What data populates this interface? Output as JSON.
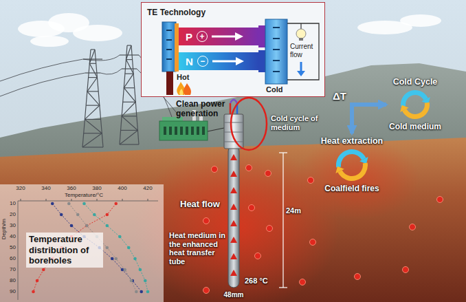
{
  "diagram": {
    "nodes": [
      {
        "text": [
          "TE Technology"
        ]
      },
      {
        "text": [
          "P",
          "+"
        ],
        "in": 0
      },
      {
        "text": [
          "N",
          "−"
        ],
        "in": 0
      },
      {
        "text": [
          "Cold Cycle",
          "Cold medium"
        ]
      },
      {
        "text": [
          "Heat extraction",
          "Coalfield fires"
        ]
      },
      {
        "text": [
          "Temperature distribution of boreholes"
        ]
      }
    ],
    "edges": [
      {
        "from": 4,
        "to": 3,
        "arrow": "both",
        "label": "ΔT"
      }
    ],
    "labels": [
      "Hot",
      "Cold",
      "Current flow",
      "Clean power generation",
      "Cold cycle of medium",
      "Heat flow",
      "24m",
      "Heat medium in the enhanced heat transfer tube",
      "268 °C",
      "48mm",
      "Temperature/°C",
      "Depth/m",
      "320",
      "340",
      "360",
      "380",
      "400",
      "420",
      "10",
      "20",
      "30",
      "40",
      "50",
      "60",
      "70",
      "80",
      "90"
    ]
  }
}
